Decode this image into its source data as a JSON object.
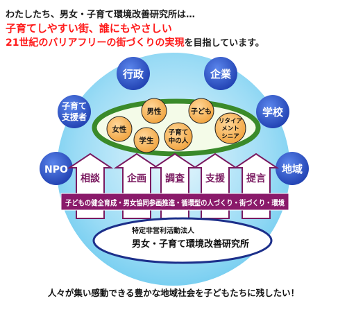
{
  "header": {
    "line1": "わたしたち、男女・子育て環境改善研究所は…",
    "line2": "子育てしやすい街、誰にもやさしい",
    "line3_highlight": "21世紀のバリアフリーの街づくりの実現",
    "line3_rest": "を目指しています。"
  },
  "stakeholders": {
    "gyosei": "行政",
    "kigyo": "企業",
    "kosodate_line1": "子育て",
    "kosodate_line2": "支援者",
    "gakko": "学校",
    "npo": "NPO",
    "chiiki": "地域"
  },
  "people": {
    "josei": "女性",
    "dansei": "男性",
    "gakusei": "学生",
    "kodomo": "子ども",
    "kosodate_line1": "子育て",
    "kosodate_line2": "中の人",
    "retire_line1": "リタイア",
    "retire_line2": "メント",
    "retire_line3": "シニア"
  },
  "activities": [
    "相談",
    "企画",
    "調査",
    "支援",
    "提言"
  ],
  "themes_banner": "子どもの健全育成・男女協同参画推進・循環型の人づくり・街づくり・環境",
  "organization": {
    "type": "特定非営利活動法人",
    "name": "男女・子育て環境改善研究所"
  },
  "footer": "人々が集い感動できる豊かな地域社会を子どもたちに残したい！",
  "colors": {
    "accent_red": "#ff1a1a",
    "circle_blue": "#7ed3f3",
    "node_blue": "#2b52c8",
    "people_orange": "#f6b45a",
    "ellipse_green": "#3a8a2a",
    "banner_purple": "#8a1a6a"
  }
}
